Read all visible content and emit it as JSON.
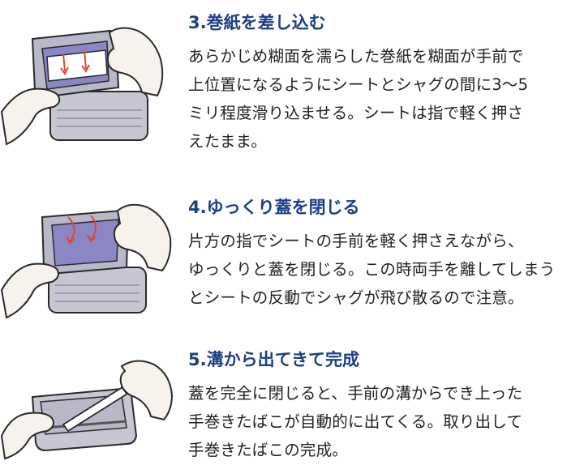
{
  "steps": [
    {
      "title": "3.巻紙を差し込む",
      "lines": [
        "あらかじめ糊面を濡らした巻紙を糊面が手前で",
        "上位置になるようにシートとシャグの間に3〜5",
        "ミリ程度滑り込ませる。シートは指で軽く押さ",
        "えたまま。"
      ]
    },
    {
      "title": "4.ゆっくり蓋を閉じる",
      "lines": [
        "片方の指でシートの手前を軽く押さえながら、",
        "ゆっくりと蓋を閉じる。この時両手を離してしまう",
        "とシートの反動でシャグが飛び散るので注意。"
      ]
    },
    {
      "title": "5.溝から出てきて完成",
      "lines": [
        "蓋を完全に閉じると、手前の溝からでき上った",
        "手巻きたばこが自動的に出てくる。取り出して",
        "手巻きたばこの完成。"
      ]
    }
  ],
  "colors": {
    "title": "#1d3f86",
    "skin": "#f7f2ec",
    "outline": "#2a2a2a",
    "sheet": "#8a87c4",
    "metal": "#b8b8c8",
    "arrow": "#d94a3a"
  }
}
